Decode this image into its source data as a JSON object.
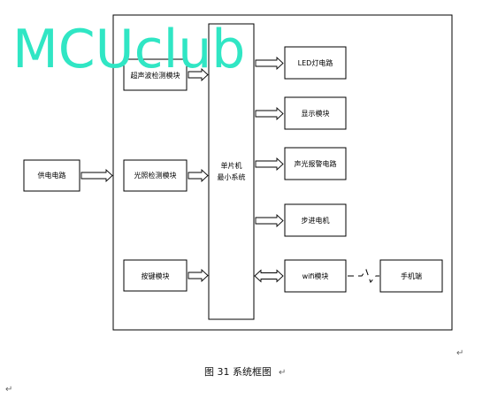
{
  "watermark": "MCUclub",
  "blocks": {
    "power": "供电电路",
    "ultrasonic": "超声波检测模块",
    "light": "光照检测模块",
    "keys": "按键模块",
    "mcu_line1": "单片机",
    "mcu_line2": "最小系统",
    "led": "LED灯电路",
    "display": "显示模块",
    "alarm": "声光报警电路",
    "motor": "步进电机",
    "wifi": "wifi模块",
    "phone": "手机端"
  },
  "caption": "图 31 系统框图",
  "colors": {
    "watermark": "#30e6c4",
    "line": "#000000"
  }
}
